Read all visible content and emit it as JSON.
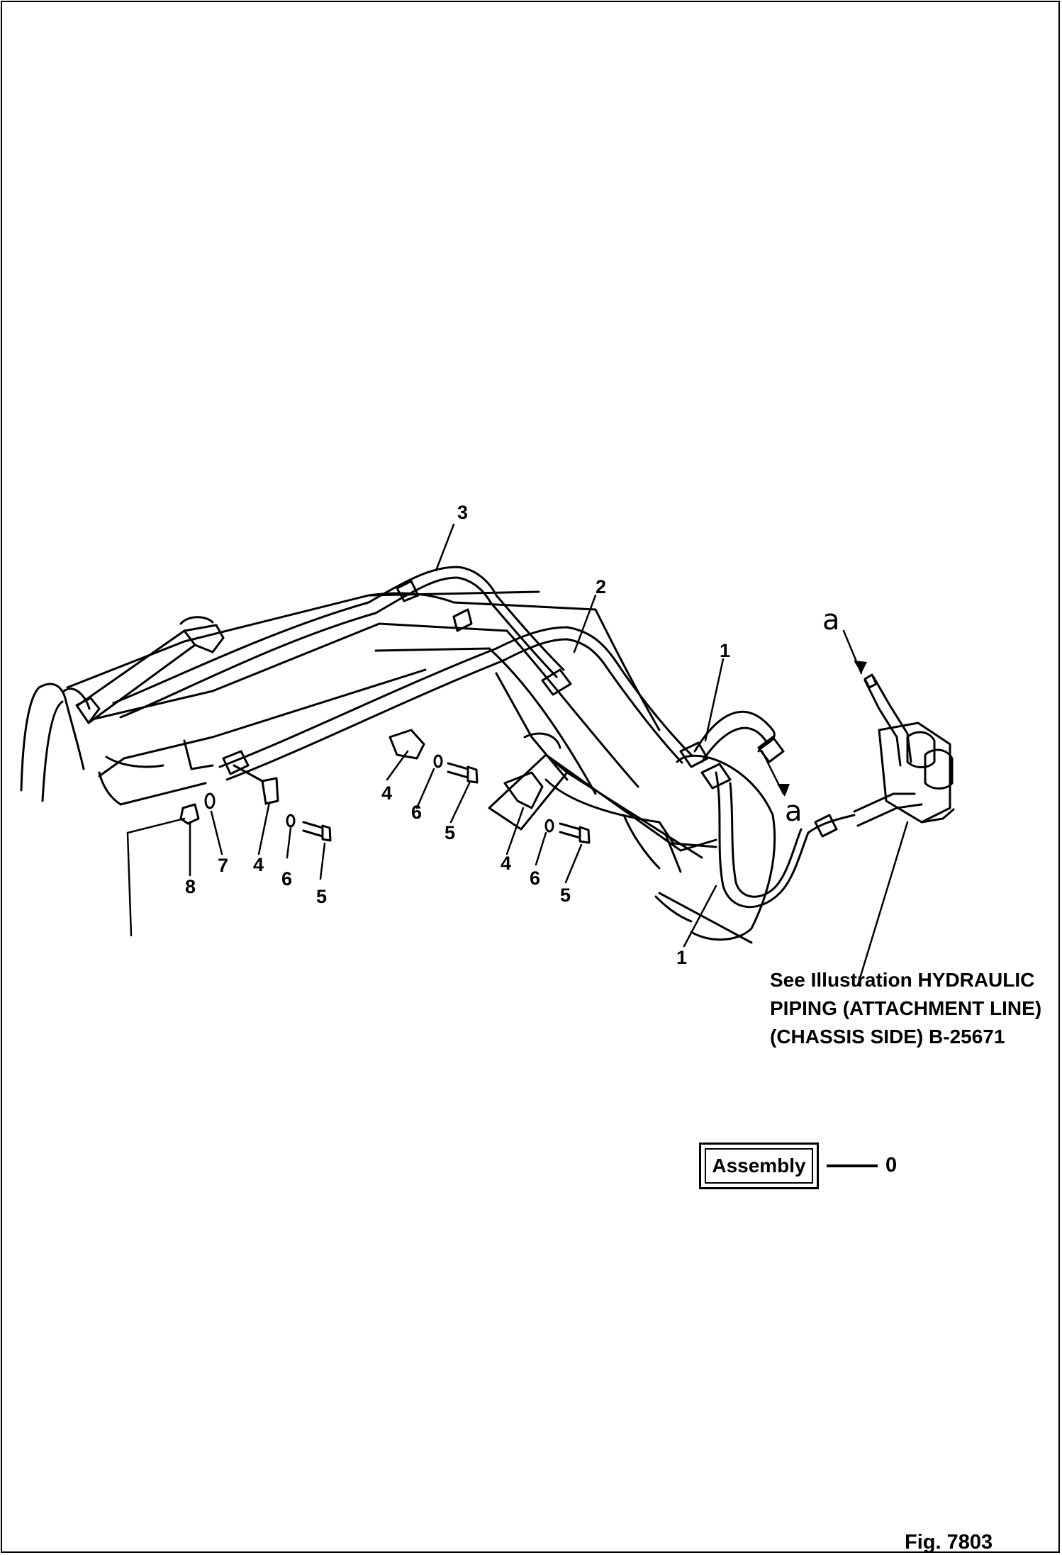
{
  "callouts": {
    "n1_top": "1",
    "n1_bottom": "1",
    "n2": "2",
    "n3": "3",
    "n4_left": "4",
    "n4_mid": "4",
    "n4_right": "4",
    "n5_left": "5",
    "n5_mid": "5",
    "n5_right": "5",
    "n6_left": "6",
    "n6_mid": "6",
    "n6_right": "6",
    "n7": "7",
    "n8": "8"
  },
  "connection_letters": {
    "a_top": "a",
    "a_mid": "a"
  },
  "reference_note": {
    "line1": "See Illustration HYDRAULIC",
    "line2": "PIPING (ATTACHMENT LINE)",
    "line3": "(CHASSIS SIDE) B-25671"
  },
  "assembly": {
    "label": "Assembly",
    "value": "0"
  },
  "figure_label": "Fig. 7803"
}
